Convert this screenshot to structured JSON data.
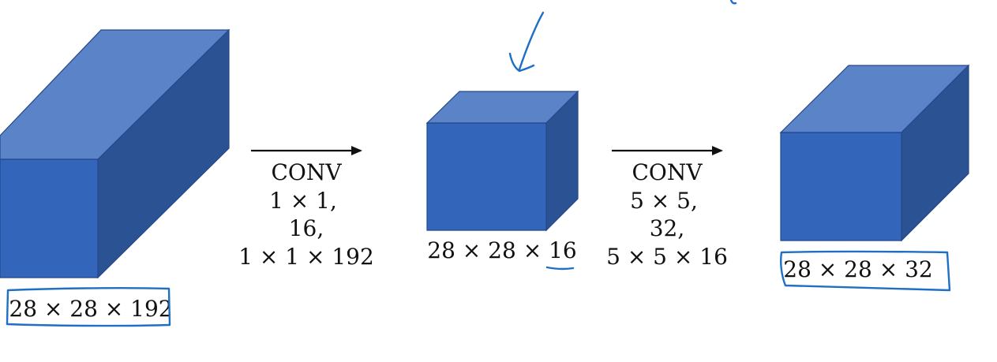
{
  "colors": {
    "cube_front": "#3366bb",
    "cube_top": "#5b84c8",
    "cube_side": "#2b5393",
    "cube_edge": "#25478a",
    "ink": "#111111",
    "annotation": "#1f6fc4"
  },
  "volumes": [
    {
      "label": "28 × 28 × 192",
      "boxed": true
    },
    {
      "label": "28 × 28 × 16",
      "underlined_part": "16"
    },
    {
      "label": "28 × 28 × 32",
      "boxed": true
    }
  ],
  "operations": [
    {
      "lines": [
        "CONV",
        "1 × 1,",
        "16,",
        "1 × 1 × 192"
      ]
    },
    {
      "lines": [
        "CONV",
        "5 × 5,",
        "32,",
        "5 × 5 × 16"
      ]
    }
  ],
  "annotations": {
    "pointer_arrow": "hand-drawn-arrow-icon"
  }
}
